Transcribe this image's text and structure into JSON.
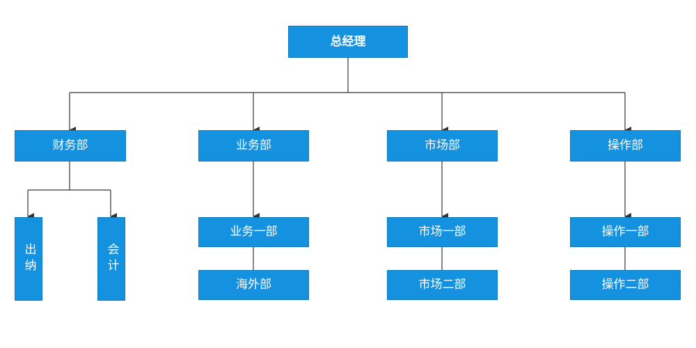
{
  "colors": {
    "box_fill": "#1491df",
    "box_border": "#0f78b8",
    "text": "#ffffff",
    "connector": "#333333"
  },
  "org_chart": {
    "root": {
      "label": "总经理"
    },
    "departments": [
      {
        "label": "财务部",
        "children": [
          {
            "label": "出纳"
          },
          {
            "label": "会计"
          }
        ]
      },
      {
        "label": "业务部",
        "children": [
          {
            "label": "业务一部"
          },
          {
            "label": "海外部"
          }
        ]
      },
      {
        "label": "市场部",
        "children": [
          {
            "label": "市场一部"
          },
          {
            "label": "市场二部"
          }
        ]
      },
      {
        "label": "操作部",
        "children": [
          {
            "label": "操作一部"
          },
          {
            "label": "操作二部"
          }
        ]
      }
    ]
  }
}
